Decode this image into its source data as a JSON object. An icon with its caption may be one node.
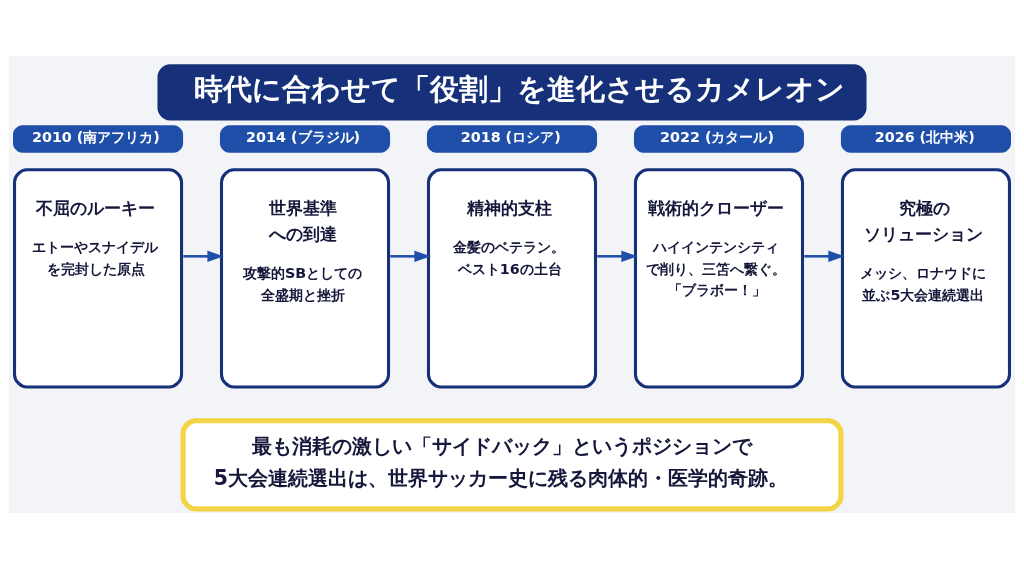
{
  "diagram": {
    "title": "時代に合わせて「役割」を進化させるカメレオン",
    "nodes": [
      {
        "text": [
          "2010 (南アフリカ)",
          "不屈のルーキー",
          "エトーやスナイデルを完封した原点"
        ]
      },
      {
        "text": [
          "2014 (ブラジル)",
          "世界基準への到達",
          "攻撃的SBとしての全盛期と挫折"
        ]
      },
      {
        "text": [
          "2018 (ロシア)",
          "精神的支柱",
          "金髪のベテラン。ベスト16の土台"
        ]
      },
      {
        "text": [
          "2022 (カタール)",
          "戦術的クローザー",
          "ハイインテンシティで削り、三笘へ繋ぐ。「ブラボー！」"
        ]
      },
      {
        "text": [
          "2026 (北中米)",
          "究極のソリューション",
          "メッシ、ロナウドに並ぶ5大会連続選出"
        ]
      },
      {
        "text": [
          "最も消耗の激しい「サイドバック」というポジションで5大会連続選出は、世界サッカー史に残る肉体的・医学的奇跡。"
        ]
      }
    ],
    "edges": [
      {
        "from": 0,
        "to": 1,
        "arrow": "to"
      },
      {
        "from": 1,
        "to": 2,
        "arrow": "to"
      },
      {
        "from": 2,
        "to": 3,
        "arrow": "to"
      },
      {
        "from": 3,
        "to": 4,
        "arrow": "to"
      }
    ]
  }
}
